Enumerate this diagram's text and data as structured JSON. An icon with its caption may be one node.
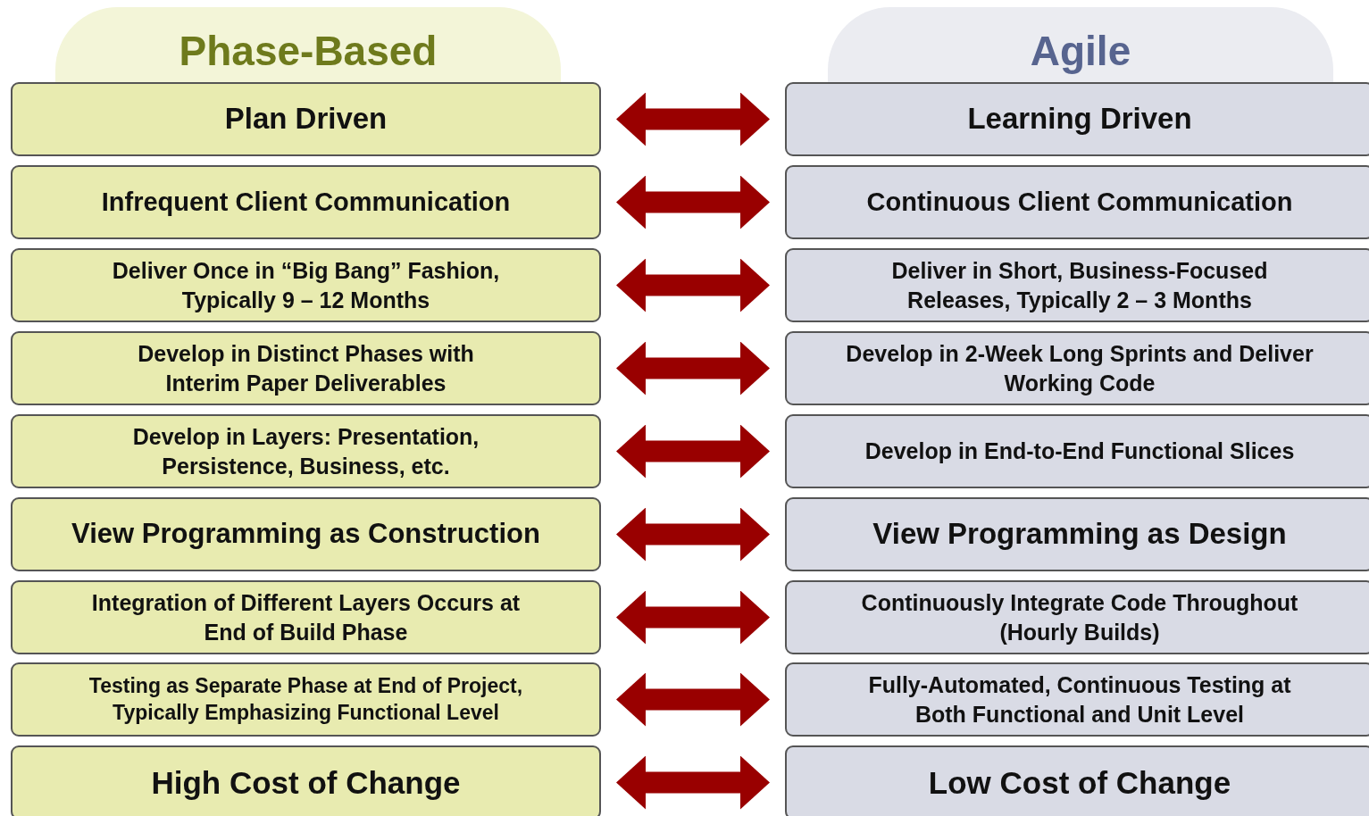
{
  "diagram": {
    "nodes": [
      {
        "text": [
          "Phase-Based"
        ]
      },
      {
        "text": [
          "Agile"
        ]
      },
      {
        "text": [
          "Plan Driven"
        ]
      },
      {
        "text": [
          "Learning Driven"
        ]
      },
      {
        "text": [
          "Infrequent Client Communication"
        ]
      },
      {
        "text": [
          "Continuous Client Communication"
        ]
      },
      {
        "text": [
          "Deliver Once in “Big Bang” Fashion, Typically 9 – 12 Months"
        ]
      },
      {
        "text": [
          "Deliver in Short, Business-Focused Releases, Typically 2 – 3 Months"
        ]
      },
      {
        "text": [
          "Develop in Distinct Phases with Interim Paper Deliverables"
        ]
      },
      {
        "text": [
          "Develop in 2-Week Long Sprints and Deliver Working Code"
        ]
      },
      {
        "text": [
          "Develop in Layers: Presentation, Persistence, Business, etc."
        ]
      },
      {
        "text": [
          "Develop in End-to-End Functional Slices"
        ]
      },
      {
        "text": [
          "View Programming as Construction"
        ]
      },
      {
        "text": [
          "View Programming as Design"
        ]
      },
      {
        "text": [
          "Integration of Different Layers Occurs at End of Build Phase"
        ]
      },
      {
        "text": [
          "Continuously Integrate Code Throughout (Hourly Builds)"
        ]
      },
      {
        "text": [
          "Testing as Separate Phase at End of Project, Typically Emphasizing Functional Level"
        ]
      },
      {
        "text": [
          "Fully-Automated, Continuous Testing at Both Functional and Unit Level"
        ]
      },
      {
        "text": [
          "High Cost of Change"
        ]
      },
      {
        "text": [
          "Low Cost of Change"
        ]
      }
    ],
    "edges": [
      {
        "from": 2,
        "to": 3,
        "arrow": "both"
      },
      {
        "from": 4,
        "to": 5,
        "arrow": "both"
      },
      {
        "from": 6,
        "to": 7,
        "arrow": "both"
      },
      {
        "from": 8,
        "to": 9,
        "arrow": "both"
      },
      {
        "from": 10,
        "to": 11,
        "arrow": "both"
      },
      {
        "from": 12,
        "to": 13,
        "arrow": "both"
      },
      {
        "from": 14,
        "to": 15,
        "arrow": "both"
      },
      {
        "from": 16,
        "to": 17,
        "arrow": "both"
      },
      {
        "from": 18,
        "to": 19,
        "arrow": "both"
      }
    ]
  }
}
